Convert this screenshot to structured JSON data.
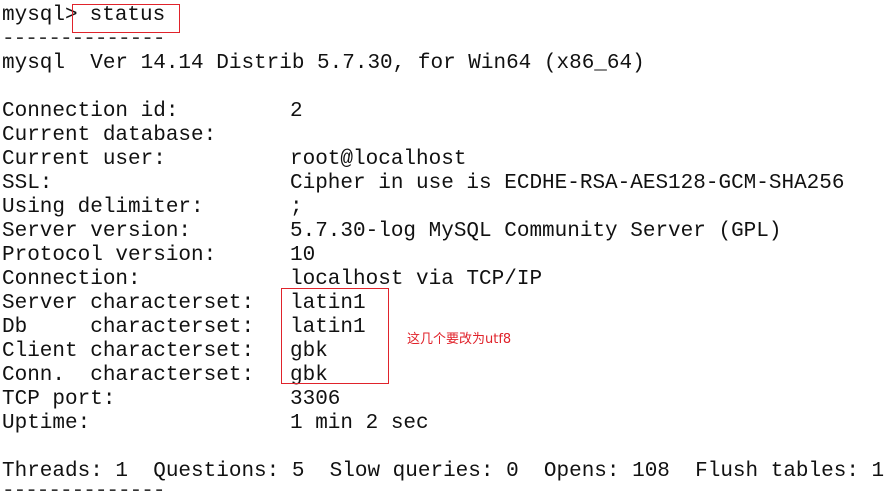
{
  "prompt": "mysql>",
  "command": "status",
  "separator": "--------------",
  "version_line": "mysql  Ver 14.14 Distrib 5.7.30, for Win64 (x86_64)",
  "fields": [
    {
      "label": "Connection id:",
      "value": "2"
    },
    {
      "label": "Current database:",
      "value": ""
    },
    {
      "label": "Current user:",
      "value": "root@localhost"
    },
    {
      "label": "SSL:",
      "value": "Cipher in use is ECDHE-RSA-AES128-GCM-SHA256"
    },
    {
      "label": "Using delimiter:",
      "value": ";"
    },
    {
      "label": "Server version:",
      "value": "5.7.30-log MySQL Community Server (GPL)"
    },
    {
      "label": "Protocol version:",
      "value": "10"
    },
    {
      "label": "Connection:",
      "value": "localhost via TCP/IP"
    },
    {
      "label": "Server characterset:",
      "value": "latin1"
    },
    {
      "label": "Db     characterset:",
      "value": "latin1"
    },
    {
      "label": "Client characterset:",
      "value": "gbk"
    },
    {
      "label": "Conn.  characterset:",
      "value": "gbk"
    },
    {
      "label": "TCP port:",
      "value": "3306"
    },
    {
      "label": "Uptime:",
      "value": "1 min 2 sec"
    }
  ],
  "threads_line": "Threads: 1  Questions: 5  Slow queries: 0  Opens: 108  Flush tables: 1",
  "annotation": "这几个要改为utf8",
  "colors": {
    "annotation": "#e0232b",
    "text": "#111111",
    "background": "#ffffff"
  }
}
